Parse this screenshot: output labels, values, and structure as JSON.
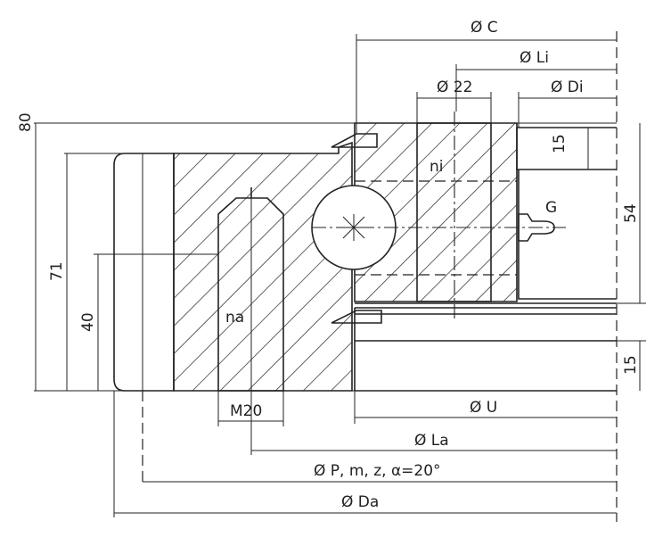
{
  "drawing": {
    "dimensions": {
      "c": "Ø C",
      "li": "Ø Li",
      "bore": "Ø 22",
      "di": "Ø Di",
      "height_total": "80",
      "height_outer": "71",
      "height_40": "40",
      "height_54": "54",
      "step_top": "15",
      "step_bottom": "15",
      "thread": "M20",
      "u": "Ø U",
      "la": "Ø La",
      "p": "Ø P, m, z, α=20°",
      "da": "Ø Da"
    },
    "labels": {
      "ni": "ni",
      "na": "na",
      "grease_nipple": "G"
    },
    "line_color": "#222222"
  }
}
